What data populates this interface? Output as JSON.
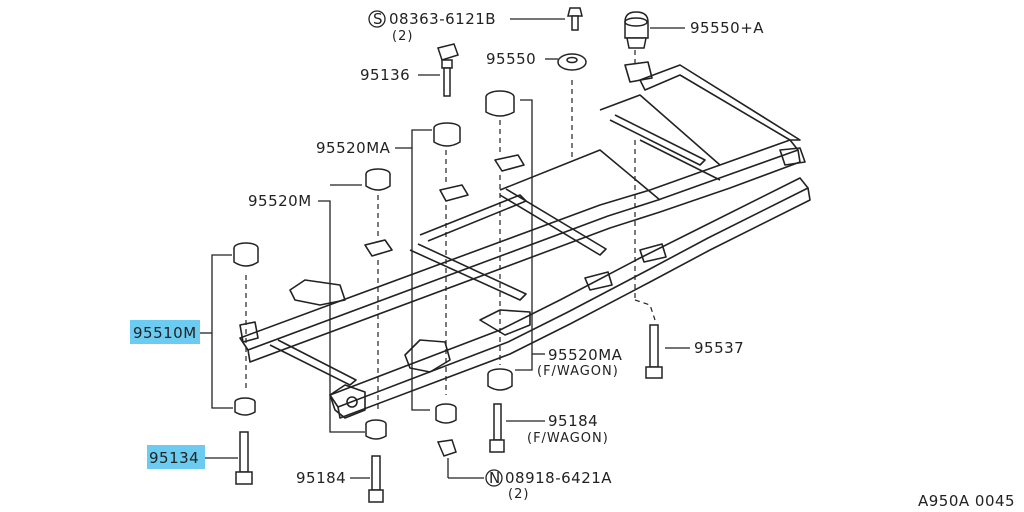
{
  "diagram_id": "A950A 0045",
  "highlight_color": "#6ccbf0",
  "callouts": {
    "c1": {
      "code": "08363-6121B",
      "symbol": "S",
      "qty": "(2)"
    },
    "c2": {
      "code": "95550+A"
    },
    "c3": {
      "code": "95136"
    },
    "c4": {
      "code": "95550"
    },
    "c5": {
      "code": "95520MA"
    },
    "c6": {
      "code": "95520M"
    },
    "c7": {
      "code": "95510M"
    },
    "c8": {
      "code": "95520MA",
      "note": "(F/WAGON)"
    },
    "c9": {
      "code": "95537"
    },
    "c10": {
      "code": "95184",
      "note": "(F/WAGON)"
    },
    "c11": {
      "code": "95134"
    },
    "c12": {
      "code": "95184"
    },
    "c13": {
      "code": "08918-6421A",
      "symbol": "N",
      "qty": "(2)"
    }
  }
}
